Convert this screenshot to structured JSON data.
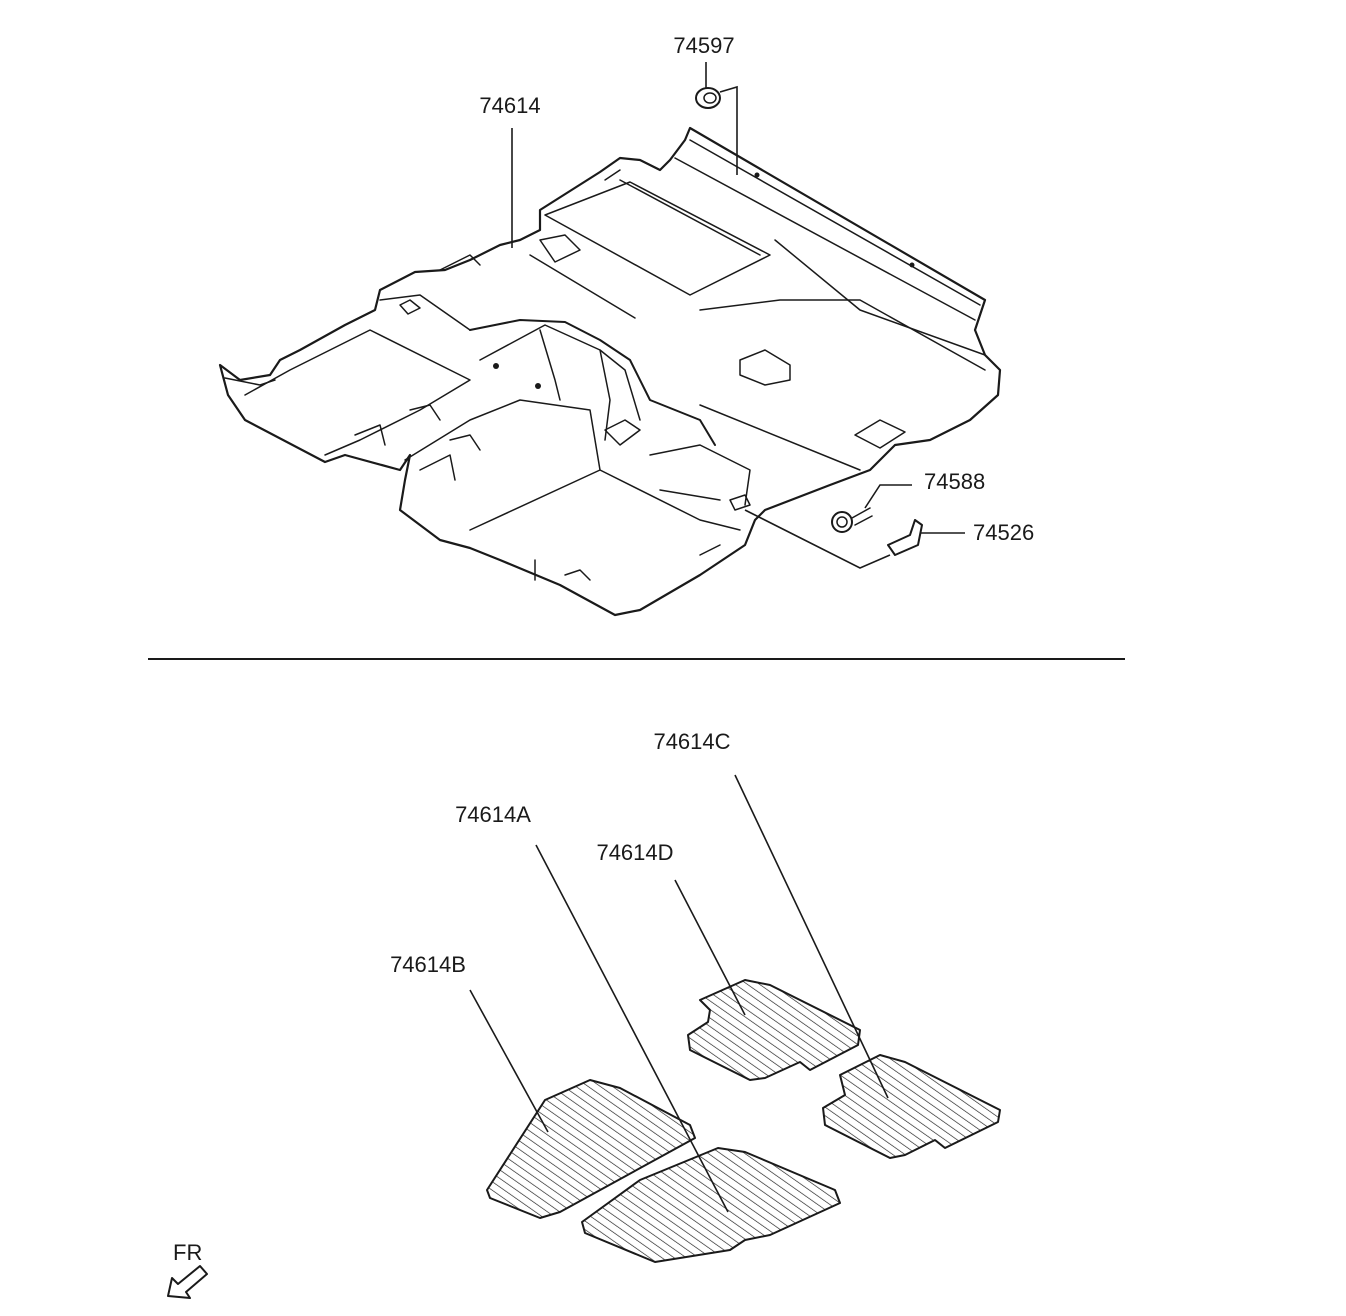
{
  "diagram": {
    "parts": {
      "p74597": "74597",
      "p74614": "74614",
      "p74588": "74588",
      "p74526": "74526",
      "p74614C": "74614C",
      "p74614A": "74614A",
      "p74614D": "74614D",
      "p74614B": "74614B"
    },
    "front_indicator": "FR"
  },
  "colors": {
    "line": "#1a1a1a",
    "background": "#ffffff"
  }
}
